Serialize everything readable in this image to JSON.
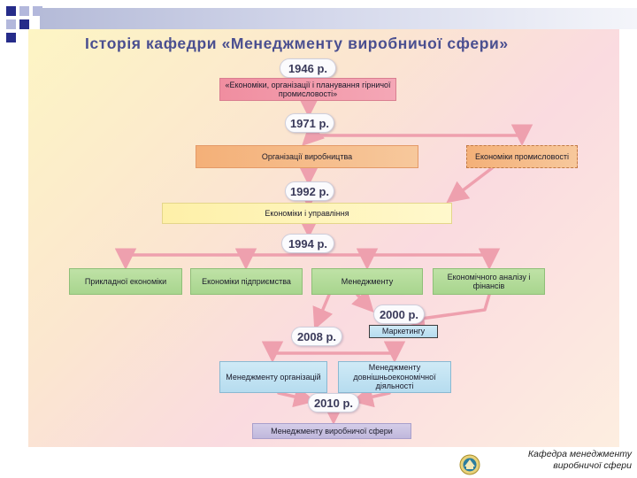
{
  "title": "Історія кафедри «Менеджменту виробничої сфери»",
  "years": {
    "y1946": "1946 р.",
    "y1971": "1971 р.",
    "y1992": "1992 р.",
    "y1994": "1994 р.",
    "y2000": "2000 р.",
    "y2008": "2008 р.",
    "y2010": "2010 р."
  },
  "boxes": {
    "economics_mining": "«Економіки, організації і планування гірничої промисловості»",
    "production_org": "Організації виробництва",
    "industry_econ": "Економіки промисловості",
    "econ_management": "Економіки і управління",
    "applied_econ": "Прикладної економіки",
    "enterprise_econ": "Економіки підприємства",
    "management": "Менеджменту",
    "econ_analysis_finance": "Економічного аналізу і фінансів",
    "marketing": "Маркетингу",
    "org_management": "Менеджменту організацій",
    "fea_management": "Менеджменту довнішньоекономічної діяльності",
    "production_management": "Менеджменту виробничої сфери"
  },
  "footer": {
    "line1": "Кафедра менеджменту",
    "line2": "виробничої сфери"
  },
  "colors": {
    "title": "#4a4f90",
    "arrow": "#eea0ae",
    "top_bar": "#b5bbd8",
    "square_dark": "#262c8a",
    "square_light": "#b3b8dc"
  }
}
